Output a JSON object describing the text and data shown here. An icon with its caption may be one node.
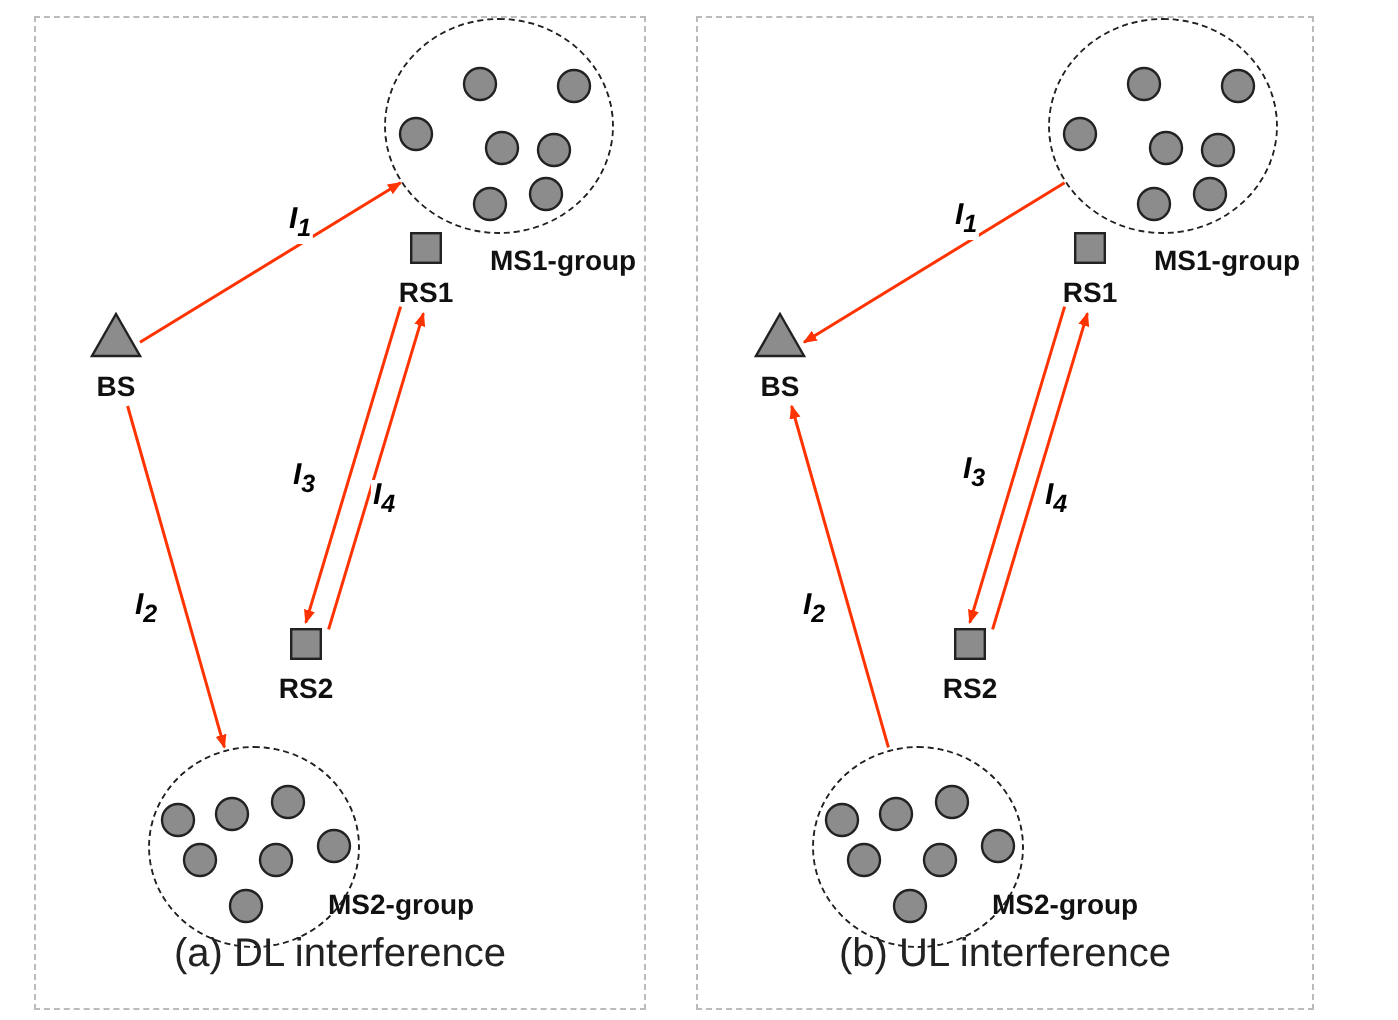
{
  "diagram": {
    "nodes": [
      {
        "text": [
          "(a) DL interference"
        ]
      },
      {
        "text": [
          "MS1-group"
        ],
        "in": 0
      },
      {
        "text": [
          "RS1"
        ],
        "in": 0
      },
      {
        "text": [
          "BS"
        ],
        "in": 0
      },
      {
        "text": [
          "RS2"
        ],
        "in": 0
      },
      {
        "text": [
          "MS2-group"
        ],
        "in": 0
      },
      {
        "text": [
          "(b) UL interference"
        ]
      },
      {
        "text": [
          "MS1-group"
        ],
        "in": 6
      },
      {
        "text": [
          "RS1"
        ],
        "in": 6
      },
      {
        "text": [
          "BS"
        ],
        "in": 6
      },
      {
        "text": [
          "RS2"
        ],
        "in": 6
      },
      {
        "text": [
          "MS2-group"
        ],
        "in": 6
      }
    ],
    "edges": [
      {
        "from": 3,
        "to": 1,
        "arrow": "to",
        "label": "I$_{1}$"
      },
      {
        "from": 3,
        "to": 5,
        "arrow": "to",
        "label": "I$_{2}$"
      },
      {
        "from": 2,
        "to": 4,
        "arrow": "to",
        "label": "I$_{3}$"
      },
      {
        "from": 4,
        "to": 2,
        "arrow": "to",
        "label": "I$_{4}$"
      },
      {
        "from": 7,
        "to": 9,
        "arrow": "to",
        "label": "I$_{1}$"
      },
      {
        "from": 11,
        "to": 9,
        "arrow": "to",
        "label": "I$_{2}$"
      },
      {
        "from": 8,
        "to": 10,
        "arrow": "to",
        "label": "I$_{3}$"
      },
      {
        "from": 10,
        "to": 8,
        "arrow": "to",
        "label": "I$_{4}$"
      }
    ]
  }
}
